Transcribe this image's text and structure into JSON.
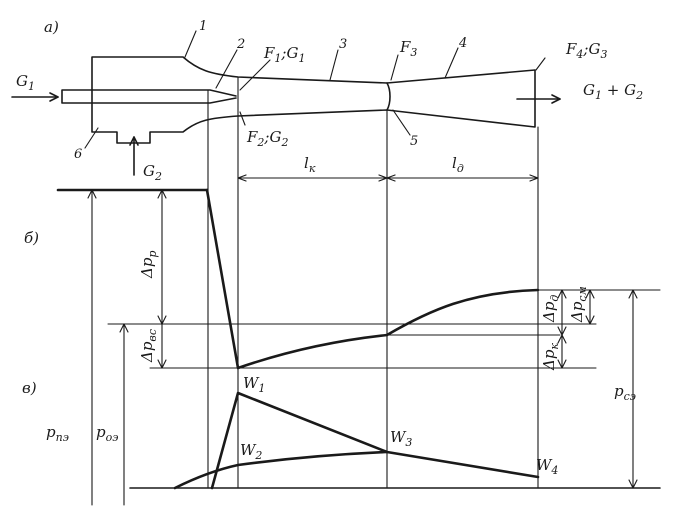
{
  "panels": {
    "a": "а)",
    "b": "б)",
    "v": "в)"
  },
  "part_numbers": {
    "p1": "1",
    "p2": "2",
    "p3": "3",
    "p4": "4",
    "p5": "5",
    "p6": "6"
  },
  "flows": {
    "g1": {
      "main": "G",
      "sub": "1"
    },
    "g2": {
      "main": "G",
      "sub": "2"
    },
    "out": {
      "g": "G",
      "s1": "1",
      "plus": " + ",
      "g2": "G",
      "s2": "2"
    }
  },
  "sections": {
    "f1g1": {
      "f": "F",
      "fs": "1",
      "sep": ";",
      "g": "G",
      "gs": "1"
    },
    "f2g2": {
      "f": "F",
      "fs": "2",
      "sep": ";",
      "g": "G",
      "gs": "2"
    },
    "f3": {
      "f": "F",
      "fs": "3"
    },
    "f4g3": {
      "f": "F",
      "fs": "4",
      "sep": ";",
      "g": "G",
      "gs": "3"
    }
  },
  "lengths": {
    "lk": {
      "main": "l",
      "sub": "к"
    },
    "ld": {
      "main": "l",
      "sub": "д"
    }
  },
  "pressures": {
    "dpp": {
      "main": "Δp",
      "sub": "р"
    },
    "dpvs": {
      "main": "Δp",
      "sub": "вс"
    },
    "dpd": {
      "main": "Δp",
      "sub": "д"
    },
    "dpsm": {
      "main": "Δp",
      "sub": "см"
    },
    "dpk": {
      "main": "Δp",
      "sub": "к"
    },
    "ppe": {
      "main": "p",
      "sub": "пэ"
    },
    "poe": {
      "main": "p",
      "sub": "оэ"
    },
    "pse": {
      "main": "p",
      "sub": "сэ"
    }
  },
  "velocities": {
    "w1": {
      "main": "W",
      "sub": "1"
    },
    "w2": {
      "main": "W",
      "sub": "2"
    },
    "w3": {
      "main": "W",
      "sub": "3"
    },
    "w4": {
      "main": "W",
      "sub": "4"
    }
  }
}
